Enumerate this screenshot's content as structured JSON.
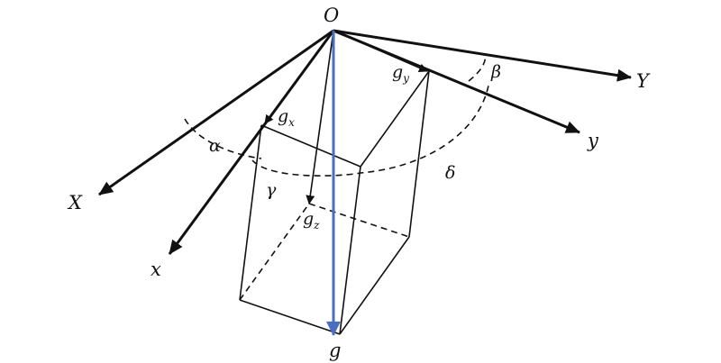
{
  "labels": {
    "origin": "O",
    "X": "X",
    "Y": "Y",
    "x": "x",
    "y": "y",
    "gx_base": "g",
    "gx_sub": "x",
    "gy_base": "g",
    "gy_sub": "y",
    "gz_base": "g",
    "gz_sub": "z",
    "g": "g",
    "alpha": "α",
    "beta": "β",
    "gamma": "γ",
    "delta": "δ"
  },
  "colors": {
    "gravity_vector": "#4a6fc1",
    "lines": "#111111"
  }
}
